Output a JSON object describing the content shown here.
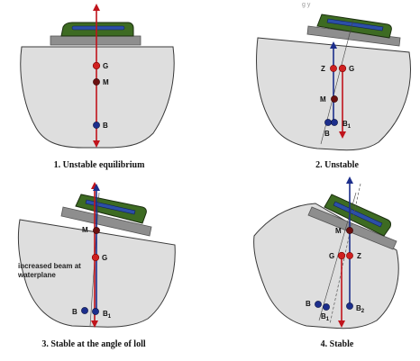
{
  "top_fragment": "g  y",
  "panels": [
    {
      "caption": "1. Unstable equilibrium",
      "labels": {
        "G": "G",
        "M": "M",
        "B": "B"
      }
    },
    {
      "caption": "2. Unstable",
      "labels": {
        "Z": "Z",
        "G": "G",
        "M": "M",
        "B": "B",
        "B1_base": "B",
        "B1_sub": "1"
      }
    },
    {
      "caption": "3. Stable at the angle of loll",
      "labels": {
        "M": "M",
        "G": "G",
        "B": "B",
        "B1_base": "B",
        "B1_sub": "1"
      },
      "note_lines": [
        "increased beam at",
        "waterplane"
      ]
    },
    {
      "caption": "4. Stable",
      "labels": {
        "M": "M",
        "G": "G",
        "Z": "Z",
        "B": "B",
        "B1_base": "B",
        "B1_sub": "1",
        "B2_base": "B",
        "B2_sub": "2"
      }
    }
  ],
  "colors": {
    "weight_arrow": "#c0141c",
    "buoyancy_arrow": "#1c2e8c",
    "hull": "#dedede",
    "deck": "#8e8e8e",
    "superstructure": "#3d6b22",
    "windows": "#2c4fa8"
  }
}
